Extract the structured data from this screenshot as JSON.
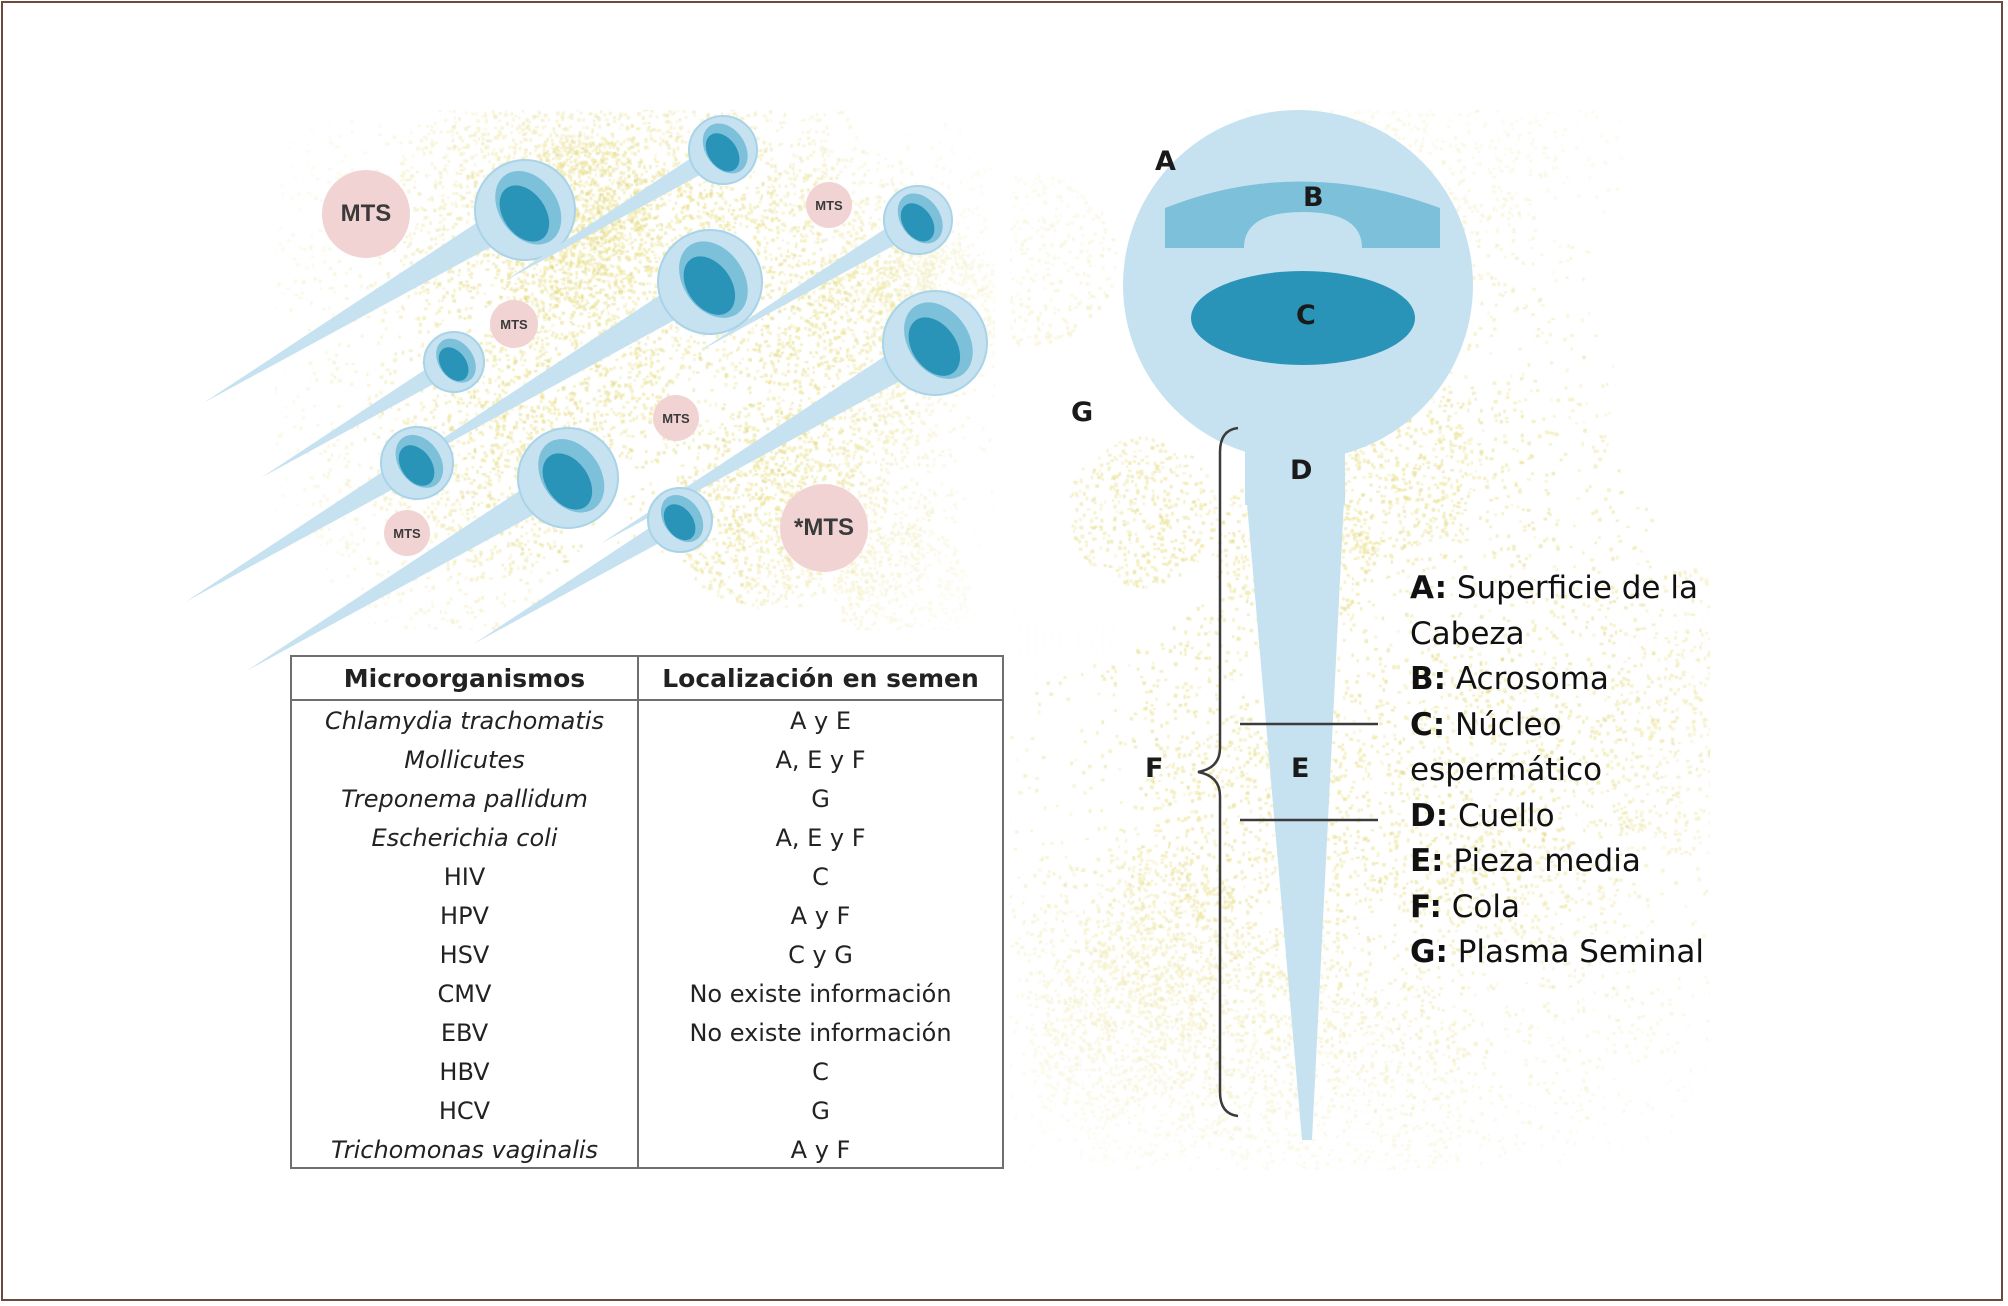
{
  "mts_labels": [
    "MTS",
    "MTS",
    "MTS",
    "MTS",
    "MTS",
    "*MTS"
  ],
  "table": {
    "headers": [
      "Microorganismos",
      "Localización en semen"
    ],
    "rows": [
      {
        "organism": "Chlamydia trachomatis",
        "location": "A y E",
        "italic": true
      },
      {
        "organism": "Mollicutes",
        "location": "A, E y F",
        "italic": true
      },
      {
        "organism": "Treponema pallidum",
        "location": "G",
        "italic": true
      },
      {
        "organism": "Escherichia coli",
        "location": "A, E y F",
        "italic": true
      },
      {
        "organism": "HIV",
        "location": "C",
        "italic": false
      },
      {
        "organism": "HPV",
        "location": "A y F",
        "italic": false
      },
      {
        "organism": "HSV",
        "location": "C y G",
        "italic": false
      },
      {
        "organism": "CMV",
        "location": "No existe información",
        "italic": false
      },
      {
        "organism": "EBV",
        "location": "No existe información",
        "italic": false
      },
      {
        "organism": "HBV",
        "location": "C",
        "italic": false
      },
      {
        "organism": "HCV",
        "location": "G",
        "italic": false
      },
      {
        "organism": "Trichomonas vaginalis",
        "location": "A y F",
        "italic": true
      }
    ]
  },
  "diagram_labels": {
    "a": "A",
    "b": "B",
    "c": "C",
    "d": "D",
    "e": "E",
    "f": "F",
    "g": "G"
  },
  "legend": [
    {
      "key": "A:",
      "text": " Superficie de la Cabeza"
    },
    {
      "key": "B:",
      "text": " Acrosoma"
    },
    {
      "key": "C:",
      "text": " Núcleo espermático"
    },
    {
      "key": "D:",
      "text": " Cuello"
    },
    {
      "key": "E:",
      "text": " Pieza media"
    },
    {
      "key": "F:",
      "text": " Cola"
    },
    {
      "key": "G:",
      "text": " Plasma Seminal"
    }
  ],
  "colors": {
    "frame": "#6b4a3c",
    "background_speckle": "#efe6a6",
    "sperm_light": "#c6e2f0",
    "sperm_rim": "#a8d3e8",
    "nucleus": "#2a93b8",
    "acrosome": "#7cc0da",
    "mts_circle": "#f1d3d3"
  }
}
